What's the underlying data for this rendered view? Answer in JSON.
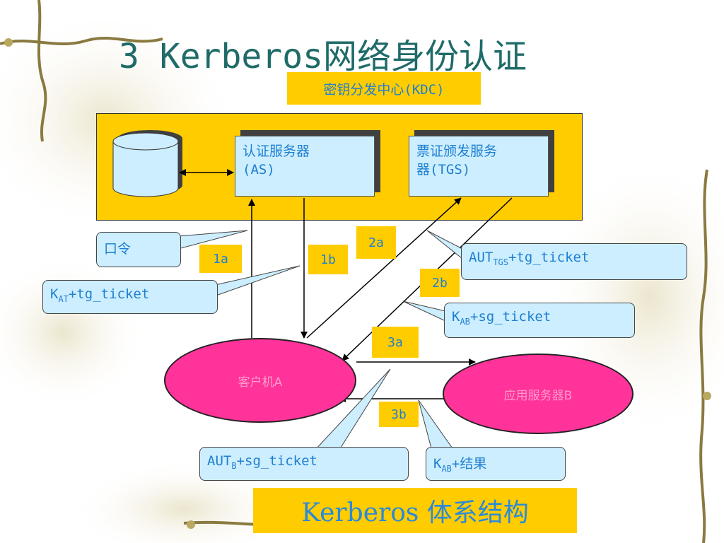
{
  "title": "3 Kerberos网络身份认证",
  "kdc": {
    "label": "密钥分发中心(KDC)",
    "as_line1": "认证服务器",
    "as_line2": "(AS)",
    "tgs_line1": "票证颁发服务",
    "tgs_line2": "器(TGS)"
  },
  "nodes": {
    "client": "客户机A",
    "app_server": "应用服务器B"
  },
  "callouts": {
    "password": "口令",
    "kat_main": "K",
    "kat_sub": "AT",
    "kat_rest": "+tg_ticket",
    "auttgs_main": "AUT",
    "auttgs_sub": "TGS",
    "auttgs_rest": "+tg_ticket",
    "kab_sg_main": "K",
    "kab_sg_sub": "AB",
    "kab_sg_rest": "+sg_ticket",
    "autb_main": "AUT",
    "autb_sub": "B",
    "autb_rest": "+sg_ticket",
    "kab_res_main": "K",
    "kab_res_sub": "AB",
    "kab_res_rest": "+结果"
  },
  "steps": {
    "s1a": "1a",
    "s1b": "1b",
    "s2a": "2a",
    "s2b": "2b",
    "s3a": "3a",
    "s3b": "3b"
  },
  "caption": "Kerberos 体系结构",
  "colors": {
    "accent_yellow": "#ffcc00",
    "box_blue": "#cceeff",
    "text_blue": "#1f7fd0",
    "title_teal": "#1f6b68",
    "ellipse_pink": "#ff3399"
  }
}
